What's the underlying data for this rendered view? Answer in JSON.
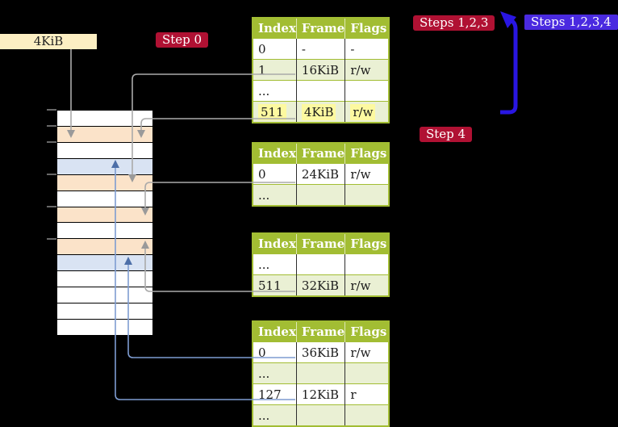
{
  "labels": {
    "size_box": "4KiB",
    "step0": "Step 0",
    "steps123": "Steps 1,2,3",
    "steps1234": "Steps 1,2,3,4",
    "step4": "Step 4"
  },
  "tables": [
    {
      "headers": [
        "Index",
        "Frame",
        "Flags"
      ],
      "rows": [
        [
          "0",
          "-",
          "-"
        ],
        [
          "1",
          "16KiB",
          "r/w"
        ],
        [
          "...",
          "",
          ""
        ],
        [
          "511",
          "4KiB",
          "r/w"
        ]
      ],
      "highlighted_row": 3
    },
    {
      "headers": [
        "Index",
        "Frame",
        "Flags"
      ],
      "rows": [
        [
          "0",
          "24KiB",
          "r/w"
        ],
        [
          "...",
          "",
          ""
        ]
      ]
    },
    {
      "headers": [
        "Index",
        "Frame",
        "Flags"
      ],
      "rows": [
        [
          "...",
          "",
          ""
        ],
        [
          "511",
          "32KiB",
          "r/w"
        ]
      ]
    },
    {
      "headers": [
        "Index",
        "Frame",
        "Flags"
      ],
      "rows": [
        [
          "0",
          "36KiB",
          "r/w"
        ],
        [
          "...",
          "",
          ""
        ],
        [
          "127",
          "12KiB",
          "r"
        ],
        [
          "...",
          "",
          ""
        ]
      ]
    }
  ],
  "memory_strip": {
    "rows": [
      "white",
      "peach",
      "white",
      "blue",
      "peach",
      "white",
      "peach",
      "white",
      "peach",
      "blue",
      "white",
      "white",
      "white",
      "white"
    ]
  },
  "colors": {
    "table_header_green": "#a2bd33",
    "table_row_alt_green": "#eaf0d4",
    "highlight_yellow": "#fdf9a0",
    "frame_peach": "#fbe3c9",
    "frame_light_blue": "#d9e3f3",
    "badge_red": "#b01133",
    "badge_blue_violet": "#4a2ae0",
    "thick_arrow_blue": "#2916e2",
    "connector_grey": "#aaaaaa",
    "connector_blue": "#7e9cd1",
    "size_box_cream": "#fcefc3"
  }
}
